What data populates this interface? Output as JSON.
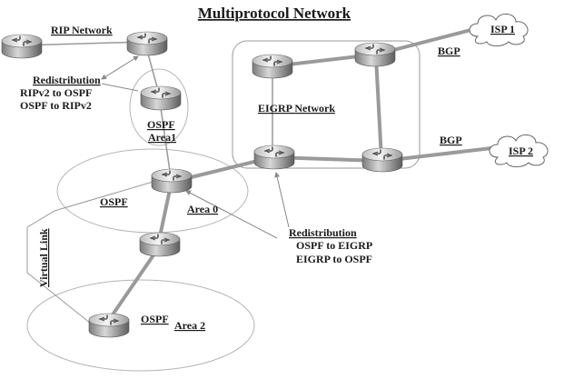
{
  "title": "Multiprotocol Network",
  "labels": {
    "rip_network": "RIP Network",
    "redistribution_rip_title": "Redistribution",
    "redistribution_rip_line1": "RIPv2 to OSPF",
    "redistribution_rip_line2": "OSPF to RIPv2",
    "ospf_area1_line1": "OSPF",
    "ospf_area1_line2": "Area1",
    "ospf_area0_ospf": "OSPF",
    "ospf_area0_area": "Area 0",
    "ospf_area2_ospf": "OSPF",
    "ospf_area2_area": "Area 2",
    "virtual_link": "Virtual Link",
    "eigrp_network": "EIGRP Network",
    "redistribution_eigrp_title": "Redistribution",
    "redistribution_eigrp_line1": "OSPF to EIGRP",
    "redistribution_eigrp_line2": "EIGRP to OSPF",
    "bgp_top": "BGP",
    "bgp_bottom": "BGP",
    "isp1": "ISP 1",
    "isp2": "ISP 2"
  },
  "colors": {
    "link": "#999999",
    "thin_line": "#888888",
    "ellipse": "#b5b5b5",
    "eigrp_box": "#9a9a9a",
    "router_light": "#f2f2f2",
    "router_dark": "#6f6f6f"
  },
  "icons": {
    "router": "router-icon",
    "cloud": "cloud-icon"
  }
}
